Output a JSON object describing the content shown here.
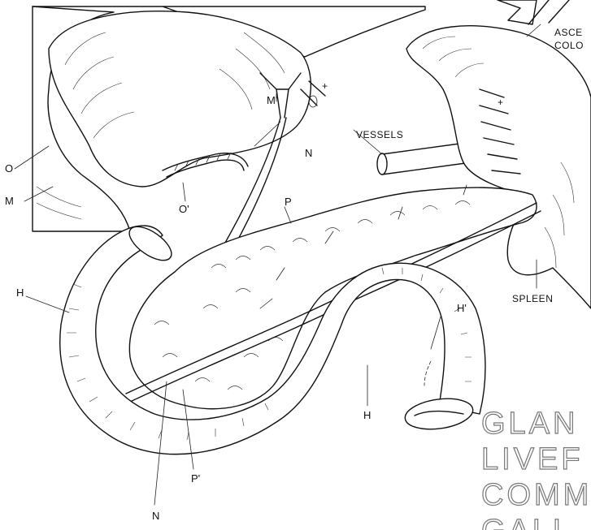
{
  "labels": {
    "o": "O",
    "m": "M",
    "o_prime": "O'",
    "m_prime": "M'",
    "n_top": "N",
    "n_bottom": "N",
    "p": "P",
    "p_prime": "P'",
    "h_left": "H",
    "h_bottom": "H",
    "h_prime": "H'",
    "vessels": "VESSELS",
    "dagger_top": "+",
    "dagger_spleen": "+",
    "spleen": "SPLEEN",
    "asce": "ASCE",
    "colo": "COLO"
  },
  "title_lines": [
    "GLAN",
    "LIVEF",
    "COMM",
    "GALL"
  ]
}
